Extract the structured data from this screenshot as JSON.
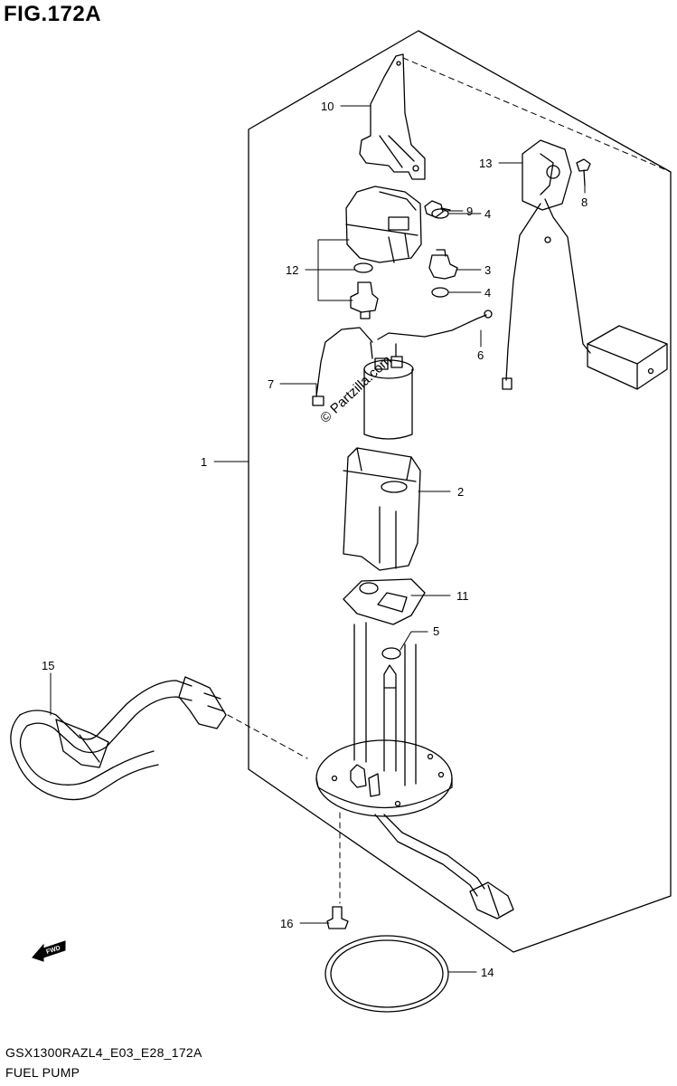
{
  "header": {
    "title": "FIG.172A"
  },
  "footer": {
    "code": "GSX1300RAZL4_E03_E28_172A",
    "name": "FUEL PUMP"
  },
  "watermark": "© Partzilla.com",
  "fwd_label": "FWD",
  "callouts": {
    "c1": "1",
    "c2": "2",
    "c3": "3",
    "c4a": "4",
    "c4b": "4",
    "c5": "5",
    "c6": "6",
    "c7": "7",
    "c8": "8",
    "c9": "9",
    "c10": "10",
    "c11": "11",
    "c12": "12",
    "c13": "13",
    "c14": "14",
    "c15": "15",
    "c16": "16"
  }
}
